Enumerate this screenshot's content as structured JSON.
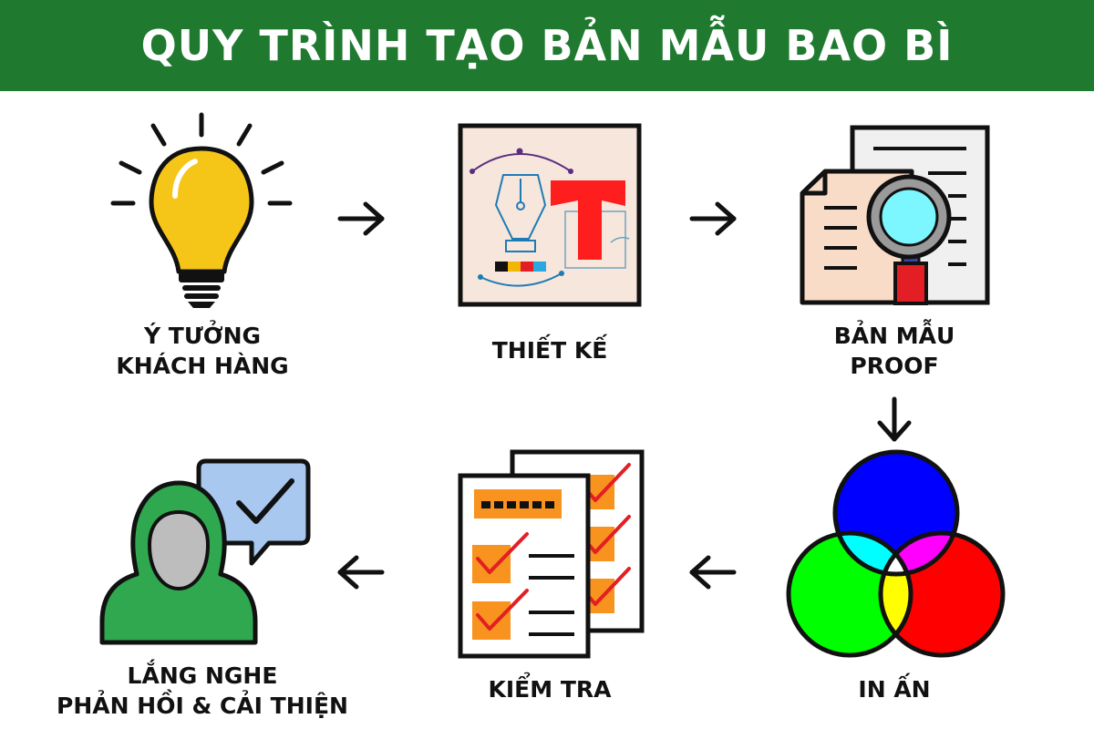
{
  "header": {
    "title": "QUY TRÌNH TẠO BẢN MẪU BAO BÌ"
  },
  "colors": {
    "header_bg": "#1f7a30",
    "bulb": "#f5c518",
    "orange": "#f7931e",
    "check": "#e31e24",
    "bubble": "#a8c8f0",
    "person": "#2fa84f"
  },
  "steps": [
    {
      "id": "idea",
      "icon": "lightbulb-icon",
      "lines": [
        "Ý TƯỞNG",
        "KHÁCH HÀNG"
      ]
    },
    {
      "id": "design",
      "icon": "design-pen-tool-icon",
      "lines": [
        "THIẾT KẾ"
      ]
    },
    {
      "id": "proof",
      "icon": "document-magnifier-icon",
      "lines": [
        "BẢN MẪU",
        "PROOF"
      ]
    },
    {
      "id": "print",
      "icon": "rgb-circles-icon",
      "lines": [
        "IN ẤN"
      ]
    },
    {
      "id": "check",
      "icon": "checklist-icon",
      "lines": [
        "KIỂM TRA"
      ]
    },
    {
      "id": "feedback",
      "icon": "person-feedback-icon",
      "lines": [
        "LẮNG NGHE",
        "PHẢN HỒI & CẢI THIỆN"
      ]
    }
  ],
  "arrows": [
    {
      "from": "idea",
      "to": "design",
      "direction": "right"
    },
    {
      "from": "design",
      "to": "proof",
      "direction": "right"
    },
    {
      "from": "proof",
      "to": "print",
      "direction": "down"
    },
    {
      "from": "print",
      "to": "check",
      "direction": "left"
    },
    {
      "from": "check",
      "to": "feedback",
      "direction": "left"
    }
  ]
}
